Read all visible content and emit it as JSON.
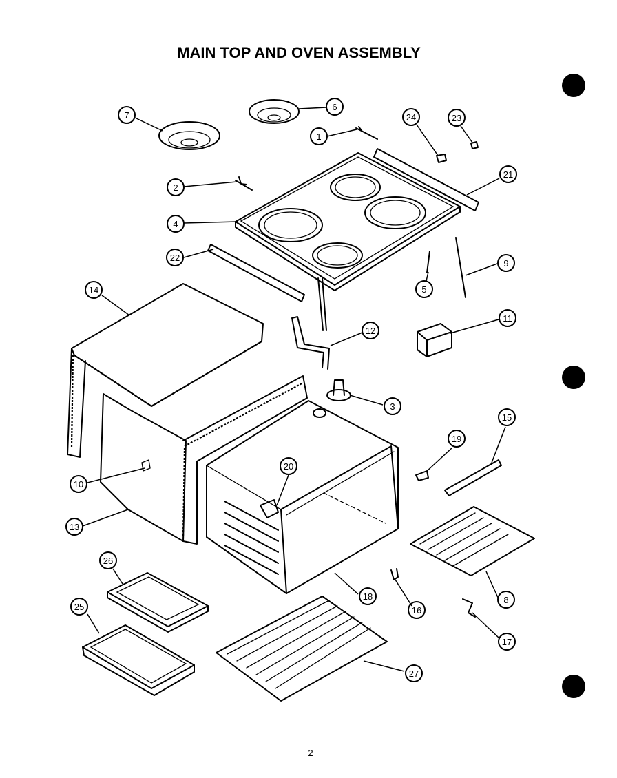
{
  "title": "MAIN TOP AND OVEN ASSEMBLY",
  "page_number": "2",
  "callouts": [
    "1",
    "2",
    "3",
    "4",
    "5",
    "6",
    "7",
    "8",
    "9",
    "10",
    "11",
    "12",
    "13",
    "14",
    "15",
    "16",
    "17",
    "18",
    "19",
    "20",
    "21",
    "22",
    "23",
    "24",
    "25",
    "26",
    "27"
  ]
}
